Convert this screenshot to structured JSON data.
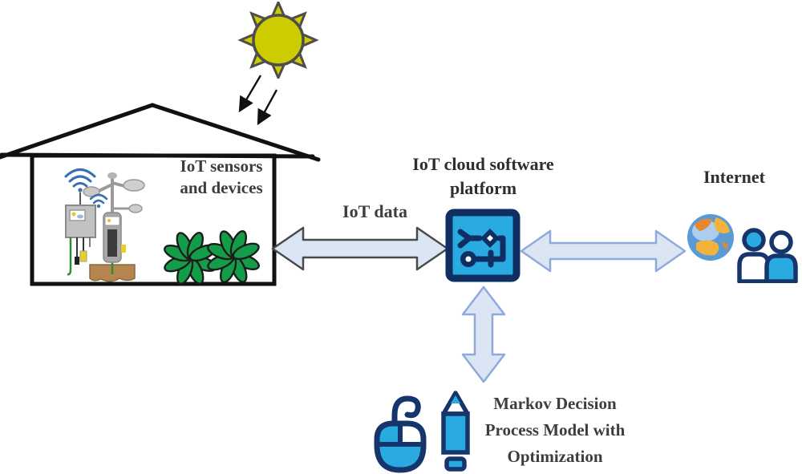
{
  "house": {
    "label_lines": [
      "IoT sensors",
      "and devices"
    ],
    "icons": [
      "house-icon",
      "wifi-sensor-icon",
      "weather-station-icon",
      "plant-icon"
    ]
  },
  "arrows": {
    "iot_data_label": "IoT data",
    "types": [
      "sunlight-arrow",
      "double-arrow-house-platform",
      "double-arrow-platform-internet",
      "double-arrow-platform-mdp"
    ]
  },
  "platform": {
    "label_lines": [
      "IoT cloud software",
      "platform"
    ],
    "icon": "workflow-icon"
  },
  "internet": {
    "label": "Internet",
    "icons": [
      "globe-icon",
      "users-icon"
    ]
  },
  "mdp": {
    "label_lines": [
      "Markov Decision",
      "Process Model with",
      "Optimization"
    ],
    "icons": [
      "mouse-icon",
      "pencil-icon"
    ]
  },
  "sun": {
    "icon": "sun-icon"
  },
  "colors": {
    "sun_fill": "#cccc00",
    "outline_black": "#111111",
    "arrow_fill": "#dbe5f3",
    "arrow_gray_stroke": "#4a4a4a",
    "arrow_blue_stroke": "#8eaadb",
    "navy": "#16356d",
    "platform_navy": "#0f2f63",
    "cyan": "#29abe2",
    "plant_green": "#139d48",
    "globe_blue": "#5b9bd5",
    "globe_land_orange": "#e8872b",
    "globe_land_yellow": "#f2b33c",
    "text_dark": "#2e2e2e",
    "text_gray": "#3d3d3d"
  }
}
